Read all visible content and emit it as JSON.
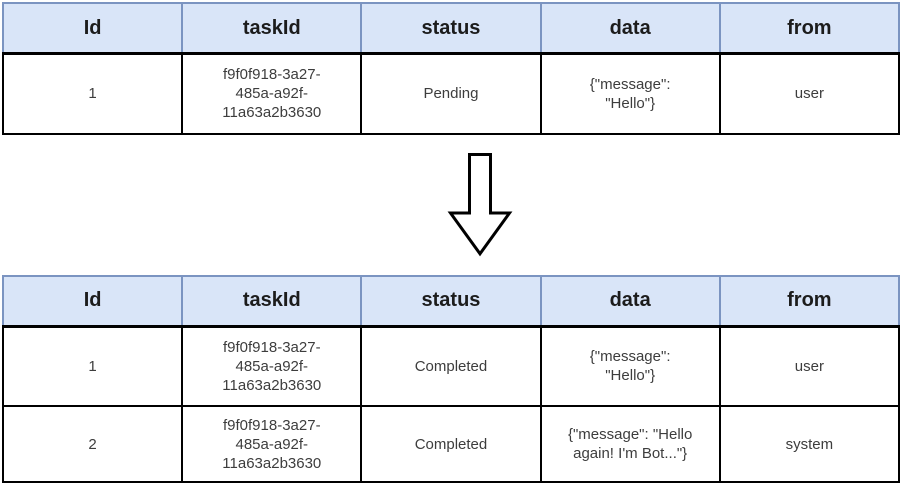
{
  "colors": {
    "header_bg": "#d9e5f8",
    "header_border": "#7b94c1",
    "body_border": "#000000",
    "arrow_outline": "#000000"
  },
  "columns": [
    "Id",
    "taskId",
    "status",
    "data",
    "from"
  ],
  "table_before": {
    "rows": [
      {
        "id": "1",
        "task_id": "f9f0f918-3a27-\n485a-a92f-\n11a63a2b3630",
        "status": "Pending",
        "data": "{\"message\":\n\"Hello\"}",
        "from": "user"
      }
    ]
  },
  "arrow": {
    "name": "down-arrow",
    "direction": "down"
  },
  "table_after": {
    "rows": [
      {
        "id": "1",
        "task_id": "f9f0f918-3a27-\n485a-a92f-\n11a63a2b3630",
        "status": "Completed",
        "data": "{\"message\":\n\"Hello\"}",
        "from": "user"
      },
      {
        "id": "2",
        "task_id": "f9f0f918-3a27-\n485a-a92f-\n11a63a2b3630",
        "status": "Completed",
        "data": "{\"message\": \"Hello\nagain! I'm Bot...\"}",
        "from": "system"
      }
    ]
  }
}
